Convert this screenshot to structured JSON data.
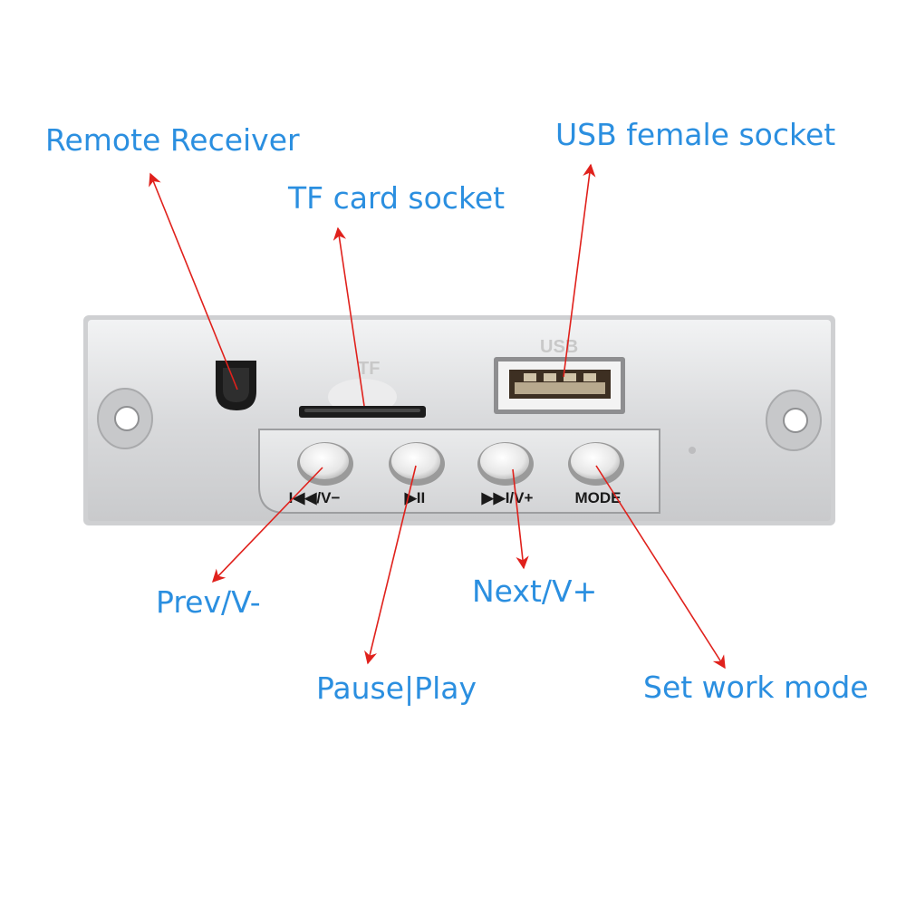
{
  "callouts": {
    "remote_receiver": "Remote Receiver",
    "tf_card_socket": "TF card socket",
    "usb_female_socket": "USB female socket",
    "prev": "Prev/V-",
    "pause_play": "Pause|Play",
    "next": "Next/V+",
    "set_work_mode": "Set work mode"
  },
  "panel": {
    "usb_engraving": "USB",
    "tf_engraving": "TF",
    "buttons": [
      {
        "label": "I◀◀/V−"
      },
      {
        "label": "▶II"
      },
      {
        "label": "▶▶I/V+"
      },
      {
        "label": "MODE"
      }
    ]
  },
  "colors": {
    "callout_text": "#2b8fe0",
    "arrow": "#e0211c",
    "panel": "#d9dadb"
  }
}
